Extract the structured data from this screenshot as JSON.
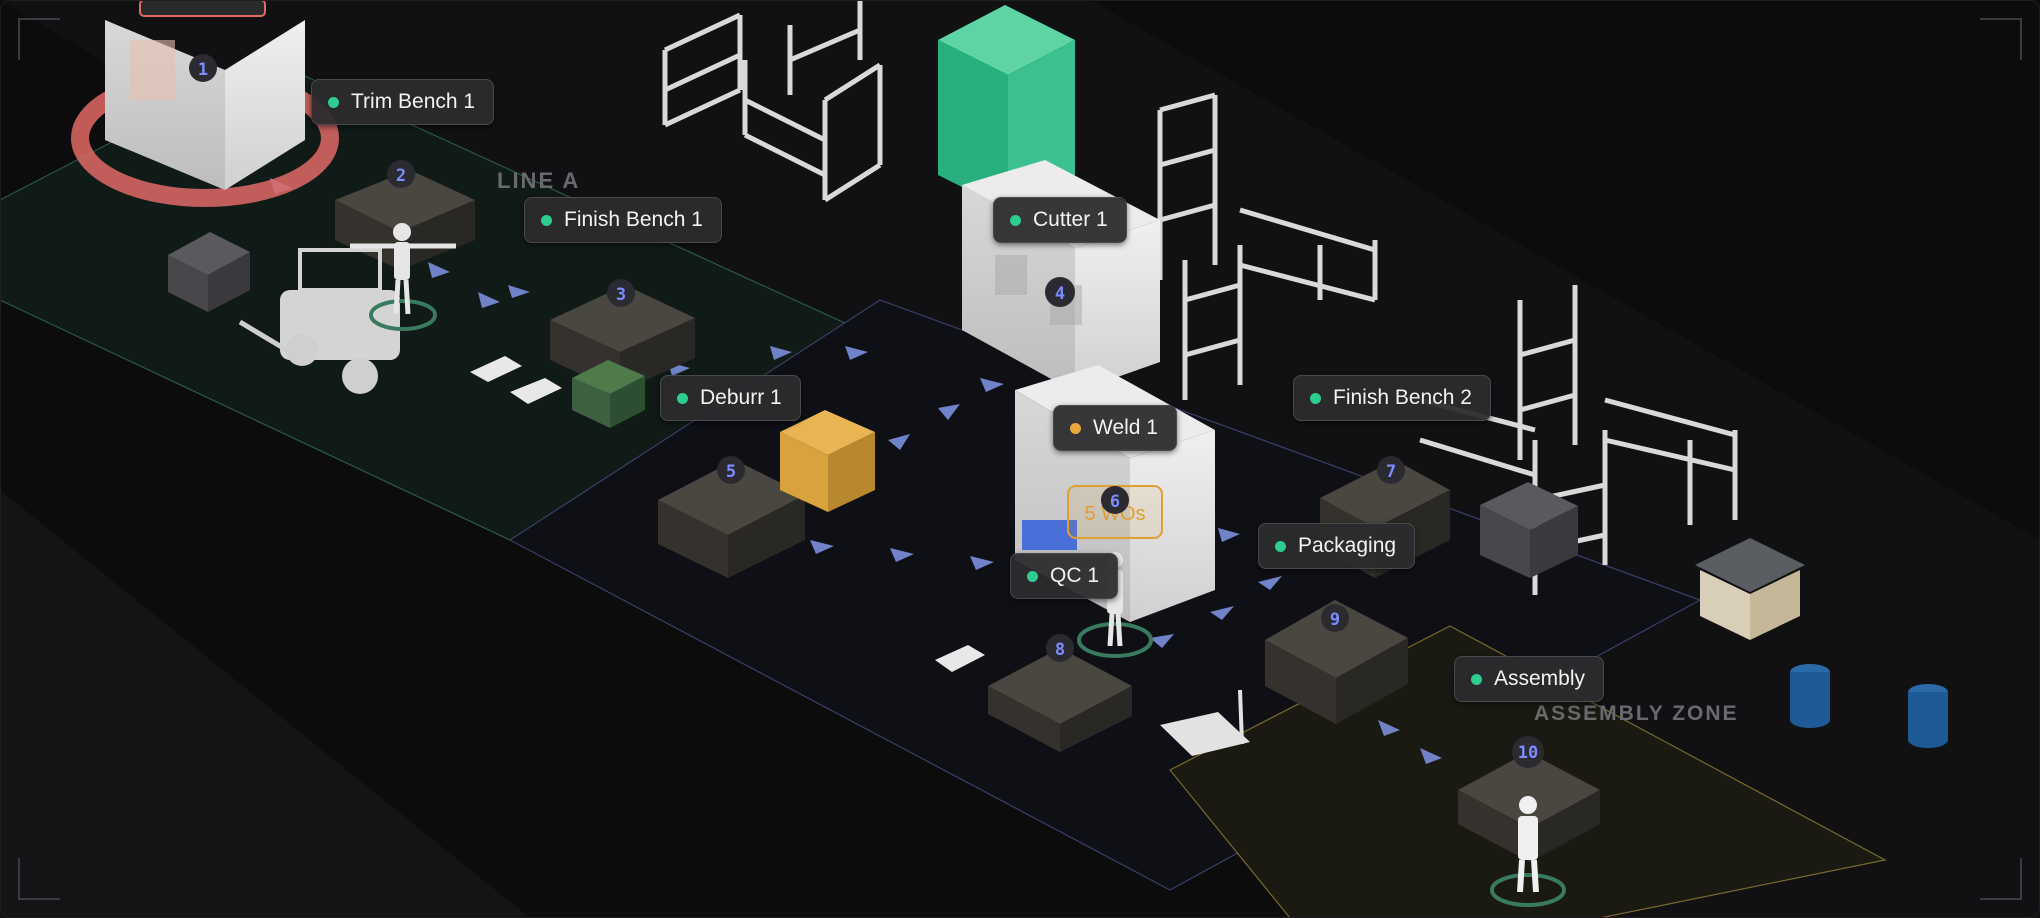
{
  "zones": {
    "line_a": "LINE A",
    "assembly_zone": "ASSEMBLY ZONE"
  },
  "stations": [
    {
      "id": "1",
      "label": "Trim Bench 1",
      "status": "ok"
    },
    {
      "id": "2",
      "label": "Finish Bench 1",
      "status": "ok"
    },
    {
      "id": "3",
      "label": "Deburr 1",
      "status": "ok"
    },
    {
      "id": "4",
      "label": "Cutter 1",
      "status": "ok"
    },
    {
      "id": "5",
      "label": "Weld 1",
      "status": "warn"
    },
    {
      "id": "6",
      "label": "Finish Bench 2",
      "status": "ok"
    },
    {
      "id": "7",
      "label": "Packaging",
      "status": "ok"
    },
    {
      "id": "8",
      "label": "QC 1",
      "status": "ok"
    },
    {
      "id": "9",
      "label": "Assembly",
      "status": "ok"
    }
  ],
  "markers": [
    "1",
    "2",
    "3",
    "4",
    "5",
    "6",
    "7",
    "8",
    "9",
    "10"
  ],
  "badge": "5 WOs",
  "colors": {
    "ok": "#2ecc8f",
    "warn": "#e8a93c",
    "marker_text": "#7d8cff",
    "badge": "#e0a030",
    "alert_ring": "#e06a66"
  }
}
